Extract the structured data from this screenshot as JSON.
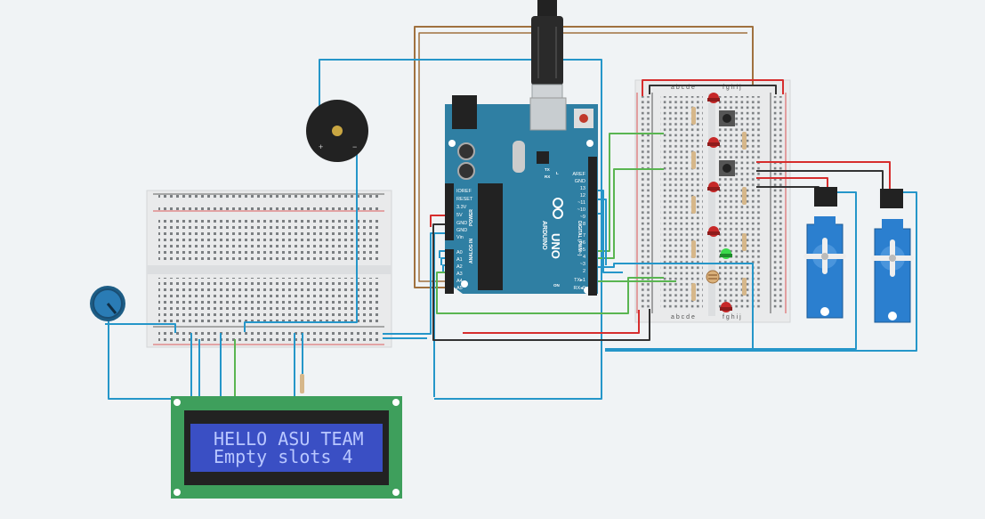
{
  "lcd": {
    "line1": "HELLO ASU TEAM",
    "line2": "Empty slots 4"
  },
  "arduino": {
    "brand": "ARDUINO",
    "model": "UNO",
    "on_label": "ON",
    "tx_label": "TX",
    "rx_label": "RX",
    "l_label": "L",
    "power_label": "POWER",
    "analog_label": "ANALOG IN",
    "digital_label": "DIGITAL (PWM~)",
    "power_pins": [
      "IOREF",
      "RESET",
      "3.3V",
      "5V",
      "GND",
      "GND",
      "Vin"
    ],
    "analog_pins": [
      "A0",
      "A1",
      "A2",
      "A3",
      "A4",
      "A5"
    ],
    "digital_pins": [
      "AREF",
      "GND",
      "13",
      "12",
      "~11",
      "~10",
      "~9",
      "8",
      "7",
      "~6",
      "~5",
      "4",
      "~3",
      "2",
      "TX▸1",
      "RX◂0"
    ]
  },
  "breadboard": {
    "cols_left": [
      "a",
      "b",
      "c",
      "d",
      "e"
    ],
    "cols_right": [
      "f",
      "g",
      "h",
      "i",
      "j"
    ],
    "plus": "+",
    "minus": "−"
  },
  "buzzer": {
    "plus": "+",
    "minus": "−"
  },
  "colors": {
    "wire_blue": "#2596c9",
    "wire_brown": "#a0713f",
    "wire_green": "#5ab551",
    "wire_red": "#d62d2d",
    "wire_black": "#333333",
    "arduino_body": "#2f7fa3",
    "lcd_pcb": "#3e9f5c",
    "lcd_screen": "#3a4fc4",
    "servo_body": "#2b7fcf"
  },
  "icons": {
    "potentiometer": "potentiometer-icon",
    "buzzer": "piezo-buzzer-icon",
    "usb": "usb-cable-icon",
    "servo": "servo-motor-icon",
    "led": "led-icon",
    "pushbutton": "pushbutton-icon",
    "photoresistor": "photoresistor-icon",
    "resistor": "resistor-icon"
  }
}
